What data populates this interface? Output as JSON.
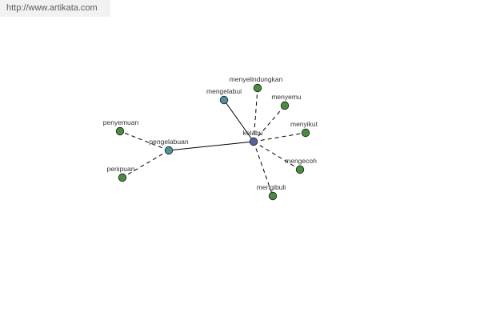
{
  "banner": {
    "url_text": "http://www.artikata.com"
  },
  "colors": {
    "center_node": "#5561a0",
    "hub_node": "#4f9298",
    "leaf_node": "#4a8a42",
    "edge": "#000000",
    "node_stroke": "#1b1b1b"
  },
  "graph": {
    "nodes": [
      {
        "id": "kelabu",
        "label": "kelabu",
        "kind": "center"
      },
      {
        "id": "pengelabuan",
        "label": "pengelabuan",
        "kind": "hub"
      },
      {
        "id": "mengelabui",
        "label": "mengelabui",
        "kind": "hub"
      },
      {
        "id": "menyelindungkan",
        "label": "menyelindungkan",
        "kind": "leaf"
      },
      {
        "id": "menyemu",
        "label": "menyemu",
        "kind": "leaf"
      },
      {
        "id": "menyikut",
        "label": "menyikut",
        "kind": "leaf"
      },
      {
        "id": "mengecoh",
        "label": "mengecoh",
        "kind": "leaf"
      },
      {
        "id": "mengibuli",
        "label": "mengibuli",
        "kind": "leaf"
      },
      {
        "id": "penyemuan",
        "label": "penyemuan",
        "kind": "leaf"
      },
      {
        "id": "penipuan",
        "label": "penipuan",
        "kind": "leaf"
      }
    ],
    "edges": [
      {
        "from": "kelabu",
        "to": "pengelabuan",
        "style": "solid"
      },
      {
        "from": "kelabu",
        "to": "mengelabui",
        "style": "solid"
      },
      {
        "from": "kelabu",
        "to": "menyelindungkan",
        "style": "dashed"
      },
      {
        "from": "kelabu",
        "to": "menyemu",
        "style": "dashed"
      },
      {
        "from": "kelabu",
        "to": "menyikut",
        "style": "dashed"
      },
      {
        "from": "kelabu",
        "to": "mengecoh",
        "style": "dashed"
      },
      {
        "from": "kelabu",
        "to": "mengibuli",
        "style": "dashed"
      },
      {
        "from": "pengelabuan",
        "to": "penyemuan",
        "style": "dashed"
      },
      {
        "from": "pengelabuan",
        "to": "penipuan",
        "style": "dashed"
      }
    ]
  }
}
